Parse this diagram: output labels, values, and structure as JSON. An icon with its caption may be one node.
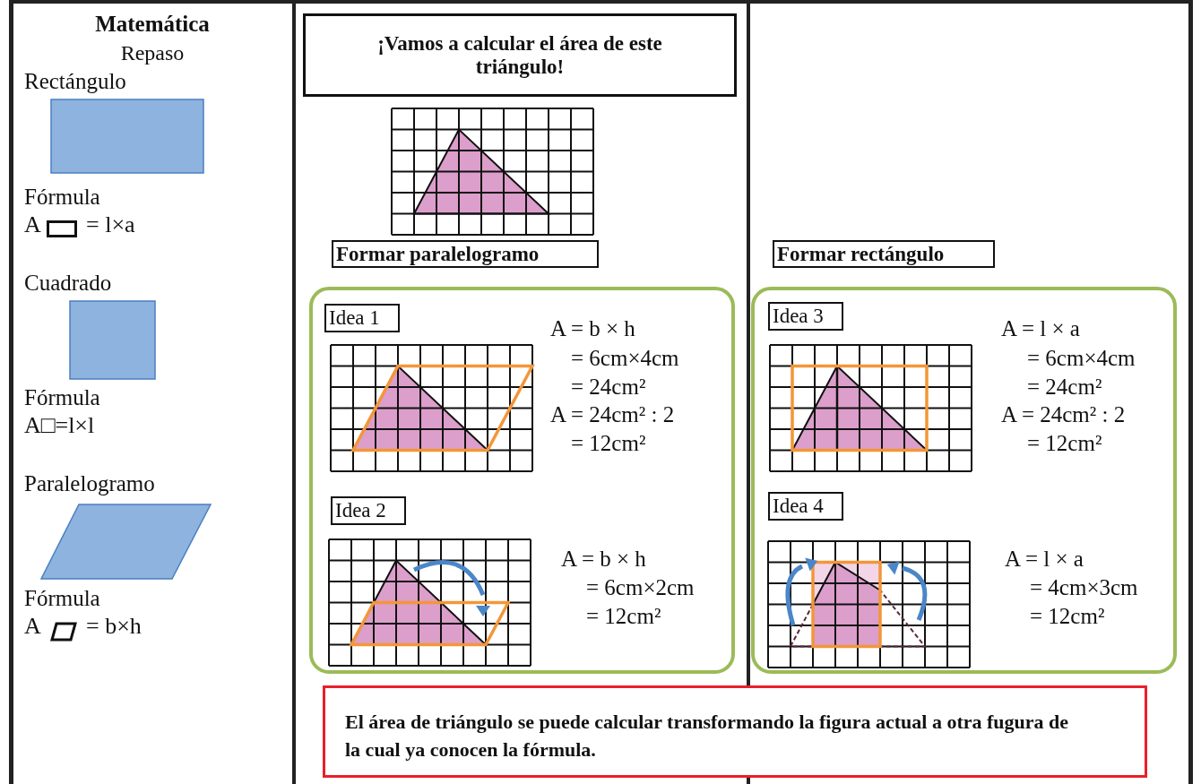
{
  "diagram": {
    "nodes": [
      {
        "text": [
          "¡Vamos a calcular el área de este triángulo!"
        ]
      },
      {
        "text": [
          "Formar paralelogramo"
        ]
      },
      {
        "text": [
          "Formar rectángulo"
        ]
      },
      {
        "text": [],
        "shape": "box"
      },
      {
        "text": [
          "Idea 1"
        ],
        "in": 3
      },
      {
        "text": [
          "Idea 2"
        ],
        "in": 3
      },
      {
        "text": [],
        "shape": "box"
      },
      {
        "text": [
          "Idea 3"
        ],
        "in": 6
      },
      {
        "text": [
          "Idea 4"
        ],
        "in": 6
      },
      {
        "text": [
          "El área de triángulo se puede calcular transformando la figura actual a otra fugura de la cual ya conocen la fórmula."
        ]
      }
    ],
    "edges": [],
    "labels": [
      "Matemática",
      "Repaso",
      "Rectángulo",
      "Fórmula",
      "A",
      "= l×a",
      "Cuadrado",
      "Fórmula",
      "A□=l×l",
      "Paralelogramo",
      "Fórmula",
      "A",
      "= b×h",
      "A = b × h",
      "= 6cm×4cm",
      "= 24cm²",
      "A = 24cm² : 2",
      "= 12cm²",
      "A = b × h",
      "= 6cm×2cm",
      "= 12cm²",
      "A = l × a",
      "= 6cm×4cm",
      "= 24cm²",
      "A = 24cm² : 2",
      "= 12cm²",
      "A = l × a",
      "= 4cm×3cm",
      "= 12cm²"
    ]
  }
}
